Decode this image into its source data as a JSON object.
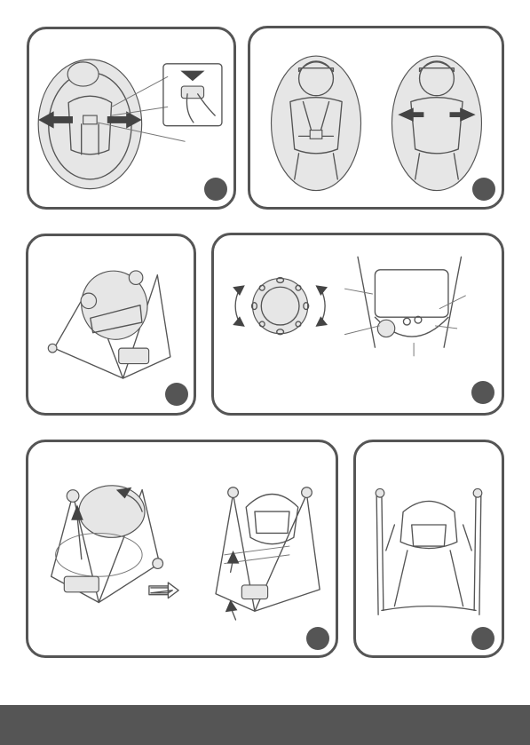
{
  "colors": {
    "border": "#555555",
    "badge": "#555555",
    "footer_bar": "#555555",
    "line_art": "#555555",
    "background": "#ffffff"
  },
  "panels": [
    {
      "id": "harness-release",
      "icon": "seat-harness-release-illustration"
    },
    {
      "id": "harness-fasten",
      "icon": "baby-harness-illustration"
    },
    {
      "id": "seat-recline",
      "icon": "swing-seat-illustration"
    },
    {
      "id": "control-dial",
      "icon": "control-dial-illustration"
    },
    {
      "id": "fold-swing",
      "icon": "folding-swing-illustration"
    },
    {
      "id": "folded-front",
      "icon": "folded-swing-front-illustration"
    }
  ]
}
